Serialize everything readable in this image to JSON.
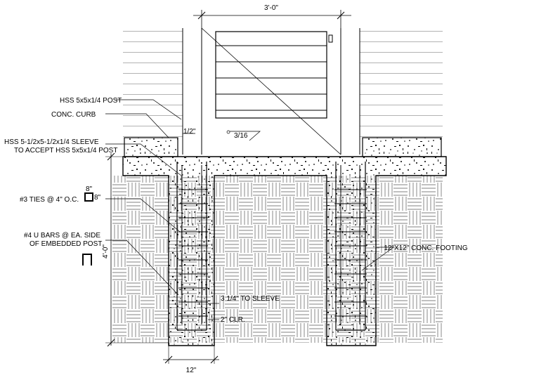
{
  "dimensions": {
    "top_width": "3'-0\"",
    "footing_depth": "4'-0\"",
    "footing_width": "12\"",
    "tie_size_a": "8\"",
    "tie_size_b": "8\""
  },
  "labels": {
    "post": "HSS 5x5x1/4 POST",
    "curb": "CONC. CURB",
    "sleeve_line1": "HSS 5-1/2x5-1/2x1/4 SLEEVE",
    "sleeve_line2": "TO ACCEPT HSS 5x5x1/4 POST",
    "ties": "#3 TIES @ 4\" O.C.",
    "ubars_line1": "#4 U BARS @ EA. SIDE",
    "ubars_line2": "OF EMBEDDED POST",
    "footing": "12\"X12\" CONC. FOOTING",
    "to_sleeve": "3 1/4\" TO SLEEVE",
    "clear": "2\" CLR.",
    "gap": "1/2\"",
    "weld": "3/16"
  },
  "colors": {
    "line": "#000000",
    "background": "#ffffff",
    "hatch": "#555555"
  }
}
